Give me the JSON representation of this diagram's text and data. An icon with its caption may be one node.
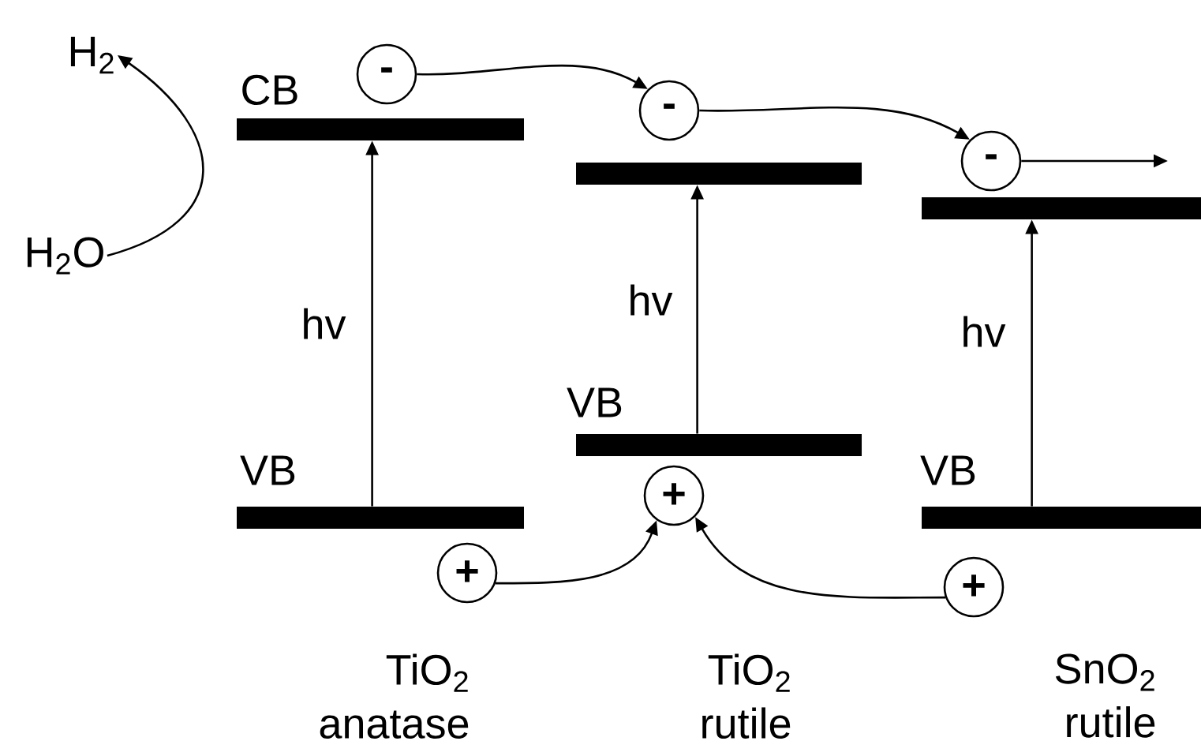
{
  "diagram": {
    "nodes": [
      {
        "text": [
          "H$_{2}$"
        ]
      },
      {
        "text": [
          "H$_{2}$O"
        ]
      },
      {
        "text": [],
        "shape": "bar",
        "beside": [
          "CB"
        ]
      },
      {
        "text": [],
        "shape": "bar",
        "beside": [
          "VB"
        ]
      },
      {
        "text": [],
        "shape": "bar"
      },
      {
        "text": [],
        "shape": "bar",
        "beside": [
          "VB"
        ]
      },
      {
        "text": [],
        "shape": "bar"
      },
      {
        "text": [],
        "shape": "bar",
        "beside": [
          "VB"
        ]
      },
      {
        "text": [
          "-"
        ]
      },
      {
        "text": [
          "-"
        ]
      },
      {
        "text": [
          "-"
        ]
      },
      {
        "text": [
          "+"
        ]
      },
      {
        "text": [
          "+"
        ]
      },
      {
        "text": [
          "+"
        ]
      }
    ],
    "edges": [
      {
        "from": 1,
        "to": 0,
        "arrow": "to"
      },
      {
        "from": 3,
        "to": 2,
        "arrow": "to",
        "label": "hv"
      },
      {
        "from": 5,
        "to": 4,
        "arrow": "to",
        "label": "hv"
      },
      {
        "from": 7,
        "to": 6,
        "arrow": "to",
        "label": "hv"
      },
      {
        "from": 8,
        "to": 9,
        "arrow": "to"
      },
      {
        "from": 9,
        "to": 10,
        "arrow": "to"
      },
      {
        "from": 10,
        "to": null,
        "arrow": "to"
      },
      {
        "from": 11,
        "to": 12,
        "arrow": "to"
      },
      {
        "from": 13,
        "to": 12,
        "arrow": "to"
      }
    ],
    "labels": [
      "TiO$_{2}$ anatase",
      "TiO$_{2}$ rutile",
      "SnO$_{2}$ rutile"
    ]
  }
}
